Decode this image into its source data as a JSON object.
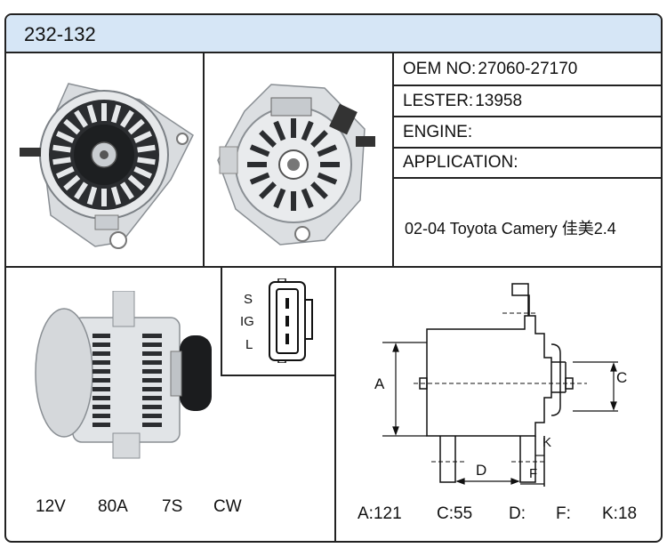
{
  "header": {
    "title": "232-132"
  },
  "specs": {
    "oem_label": "OEM NO:",
    "oem_value": "27060-27170",
    "lester_label": "LESTER:",
    "lester_value": "13958",
    "engine_label": "ENGINE:",
    "engine_value": "",
    "application_label": "APPLICATION:",
    "application_value": "02-04 Toyota Camery 佳美2.4"
  },
  "connector": {
    "pins": [
      "S",
      "IG",
      "L"
    ]
  },
  "ratings": {
    "voltage": "12V",
    "amperage": "80A",
    "pulley": "7S",
    "rotation": "CW"
  },
  "diagram": {
    "labels": {
      "a": "A",
      "c": "C",
      "d": "D",
      "f": "F",
      "k": "K"
    }
  },
  "dimensions": {
    "a": "A:121",
    "c": "C:55",
    "d": "D:",
    "f": "F:",
    "k": "K:18"
  },
  "colors": {
    "header_bg": "#d6e6f6",
    "border": "#222222"
  }
}
